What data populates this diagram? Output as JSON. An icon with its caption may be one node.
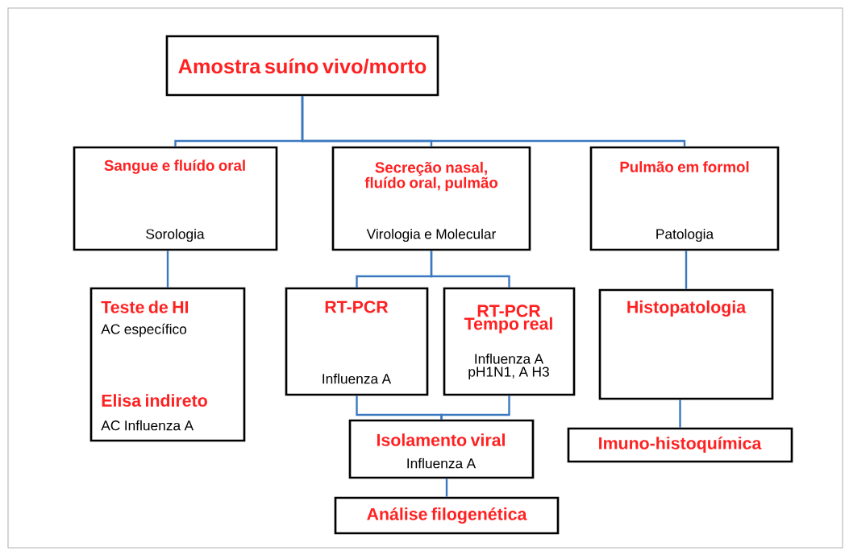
{
  "diagram": {
    "nodes": [
      {
        "text": [
          "Amostra suíno vivo/morto"
        ]
      },
      {
        "text": [
          "Sangue e fluído oral",
          "Sorologia"
        ]
      },
      {
        "text": [
          "Secreção nasal, fluído oral, pulmão",
          "Virologia e Molecular"
        ]
      },
      {
        "text": [
          "Pulmão em formol",
          "Patologia"
        ]
      },
      {
        "text": [
          "Teste de HI",
          "AC específico",
          "Elisa indireto",
          "AC Influenza A"
        ]
      },
      {
        "text": [
          "RT-PCR",
          "Influenza A"
        ]
      },
      {
        "text": [
          "RT-PCR Tempo real",
          "Influenza A pH1N1, A H3"
        ]
      },
      {
        "text": [
          "Histopatologia"
        ]
      },
      {
        "text": [
          "Isolamento viral",
          "Influenza A"
        ]
      },
      {
        "text": [
          "Análise filogenética"
        ]
      },
      {
        "text": [
          "Imuno-histoquímica"
        ]
      }
    ],
    "edges": [
      {
        "from": 0,
        "to": 1,
        "arrow": "none"
      },
      {
        "from": 0,
        "to": 2,
        "arrow": "none"
      },
      {
        "from": 0,
        "to": 3,
        "arrow": "none"
      },
      {
        "from": 1,
        "to": 4,
        "arrow": "none"
      },
      {
        "from": 2,
        "to": 5,
        "arrow": "none"
      },
      {
        "from": 2,
        "to": 6,
        "arrow": "none"
      },
      {
        "from": 5,
        "to": 8,
        "arrow": "none"
      },
      {
        "from": 6,
        "to": 8,
        "arrow": "none"
      },
      {
        "from": 8,
        "to": 9,
        "arrow": "none"
      },
      {
        "from": 3,
        "to": 7,
        "arrow": "none"
      },
      {
        "from": 7,
        "to": 10,
        "arrow": "none"
      }
    ]
  }
}
